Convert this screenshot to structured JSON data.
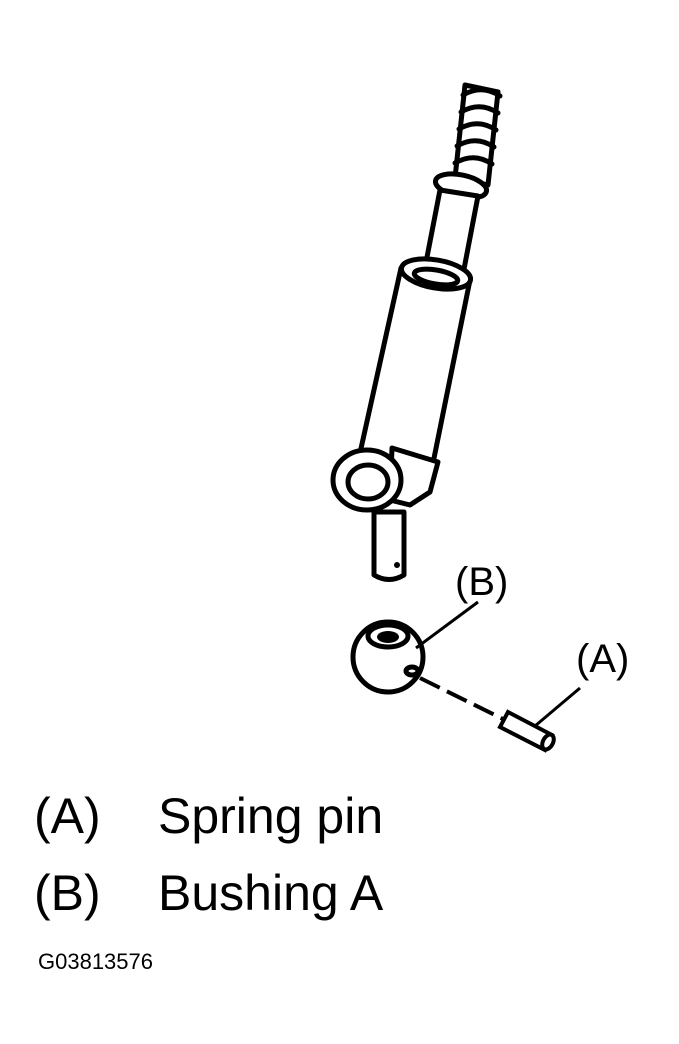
{
  "callouts": {
    "b": "(B)",
    "a": "(A)"
  },
  "legend": [
    {
      "key": "(A)",
      "text": "Spring pin"
    },
    {
      "key": "(B)",
      "text": "Bushing A"
    }
  ],
  "figure_id": "G03813576",
  "colors": {
    "ink": "#000000",
    "paper": "#ffffff"
  }
}
